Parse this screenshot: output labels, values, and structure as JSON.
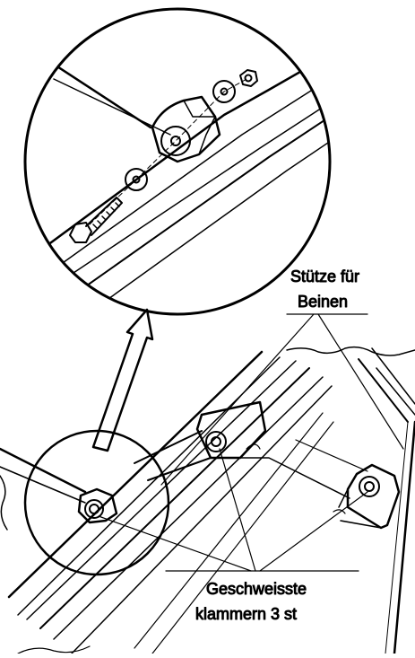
{
  "labels": {
    "support_line1": "Stütze für",
    "support_line2": "Beinen",
    "clamps_line1": "Geschweisste",
    "clamps_line2": "klammern 3 st"
  }
}
